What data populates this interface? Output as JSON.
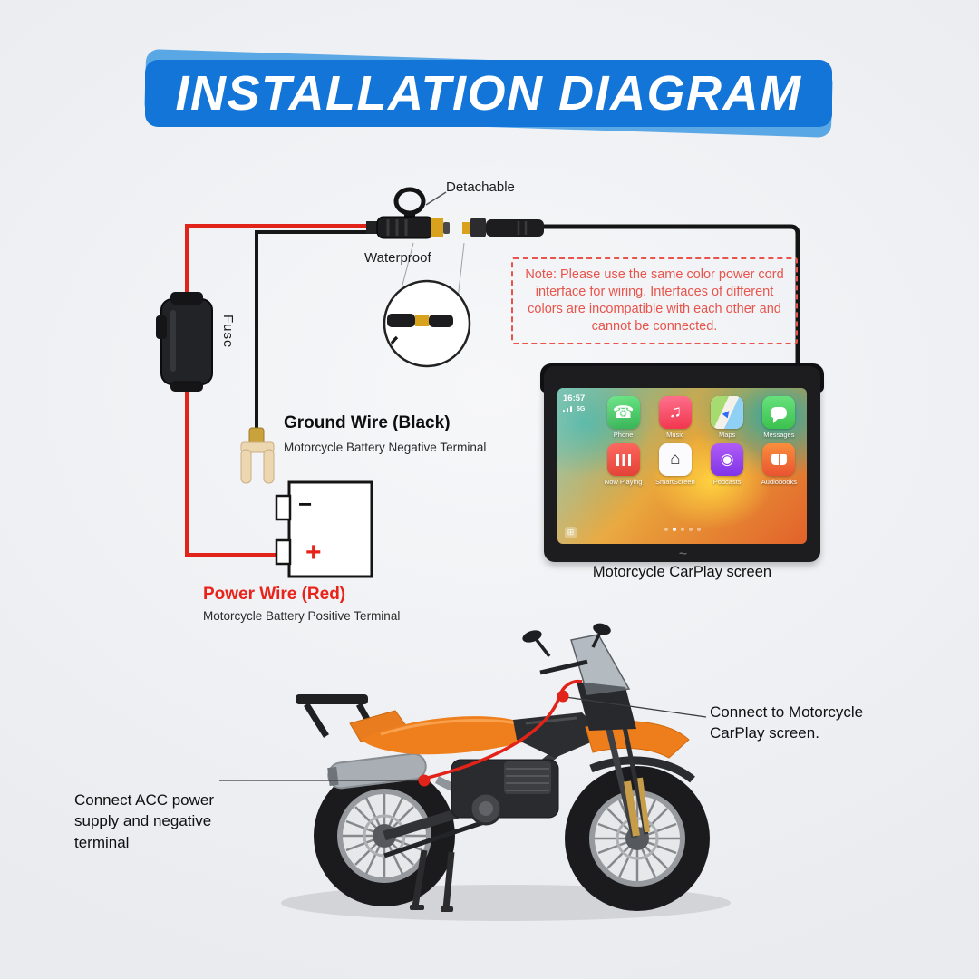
{
  "title": {
    "text": "INSTALLATION DIAGRAM"
  },
  "connector": {
    "detachable": "Detachable",
    "waterproof": "Waterproof"
  },
  "fuse": {
    "label": "Fuse"
  },
  "ground_wire": {
    "title": "Ground Wire (Black)",
    "subtitle": "Motorcycle Battery Negative Terminal"
  },
  "power_wire": {
    "title": "Power Wire (Red)",
    "subtitle": "Motorcycle Battery Positive Terminal"
  },
  "battery": {
    "negative": "−",
    "positive": "+"
  },
  "note": {
    "text": "Note: Please use the same color power cord interface for wiring. Interfaces of different colors are incompatible with each other and cannot be connected."
  },
  "carplay": {
    "caption": "Motorcycle CarPlay screen",
    "time": "16:57",
    "network": "5G",
    "apps": [
      {
        "label": "Phone",
        "color": "#3ecb5a"
      },
      {
        "label": "Music",
        "color": "#fa4b63"
      },
      {
        "label": "Maps",
        "color": "#ffffff"
      },
      {
        "label": "Messages",
        "color": "#51d455"
      },
      {
        "label": "Now Playing",
        "color": "#f0453d"
      },
      {
        "label": "SmartScreen",
        "color": "#f2f2f2"
      },
      {
        "label": "Podcasts",
        "color": "#8e46ef"
      },
      {
        "label": "Audiobooks",
        "color": "#ef6136"
      }
    ]
  },
  "callouts": {
    "screen": "Connect to Motorcycle CarPlay screen.",
    "acc": "Connect ACC power supply and negative terminal"
  },
  "colors": {
    "banner_blue": "#1375d8",
    "banner_light_blue": "#5aa7e6",
    "wire_red": "#e2231a",
    "wire_black": "#161616",
    "note_red": "#e8544c",
    "bike_orange": "#ee7e1b"
  }
}
